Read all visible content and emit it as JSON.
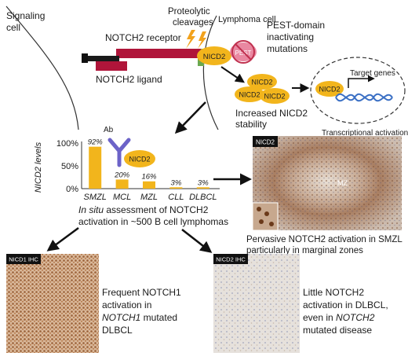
{
  "top_panel": {
    "signaling_cell_line1": "Signaling",
    "signaling_cell_line2": "cell",
    "lymphoma_cell": "Lymphoma cell",
    "proteolytic_line1": "Proteolytic",
    "proteolytic_line2": "cleavages",
    "notch2_receptor": "NOTCH2 receptor",
    "notch2_ligand": "NOTCH2 ligand",
    "nicd2": "NICD2",
    "pest_on_blob": "PEST",
    "pest_line1": "PEST-domain",
    "pest_line2": "inactivating",
    "pest_line3": "mutations",
    "increased_line1": "Increased NICD2",
    "increased_line2": "stability",
    "target_genes": "Target genes",
    "transcriptional_activation": "Transcriptional activation",
    "colors": {
      "receptor": "#b0153a",
      "ligand": "#1a1a1a",
      "nicd2": "#f2b51c",
      "pest": "#e46a8a",
      "dna": "#3a6fc4",
      "ab": "#6c63c8"
    }
  },
  "antibody": {
    "ab_label": "Ab",
    "nicd2": "NICD2"
  },
  "chart_data": {
    "type": "bar",
    "ylabel": "NICD2 levels",
    "categories": [
      "SMZL",
      "MCL",
      "MZL",
      "CLL",
      "DLBCL"
    ],
    "values": [
      92,
      20,
      16,
      3,
      3
    ],
    "value_labels": [
      "92%",
      "20%",
      "16%",
      "3%",
      "3%"
    ],
    "y_ticks": [
      "100%",
      "50%",
      "0%"
    ],
    "ylim": [
      0,
      100
    ],
    "bar_color": "#f2b51c"
  },
  "caption": {
    "line1_italic": "In situ",
    "line1_rest": " assessment of NOTCH2",
    "line2": "activation in ~500 B cell lymphomas"
  },
  "smzl_panel": {
    "tag": "NICD2",
    "mz_label": "MZ",
    "text_line1": "Pervasive NOTCH2 activation in SMZL",
    "text_line2": "particularly in marginal zones"
  },
  "notch1_panel": {
    "tag": "NICD1 IHC",
    "text_line1": "Frequent NOTCH1",
    "text_line2": "activation in",
    "text_line3a": "NOTCH1",
    "text_line3b": " mutated",
    "text_line4": "DLBCL"
  },
  "notch2_panel": {
    "tag": "NICD2 IHC",
    "text_line1": "Little NOTCH2",
    "text_line2": "activation in DLBCL,",
    "text_line3": "even in ",
    "text_line3b": "NOTCH2",
    "text_line4": "mutated disease"
  }
}
